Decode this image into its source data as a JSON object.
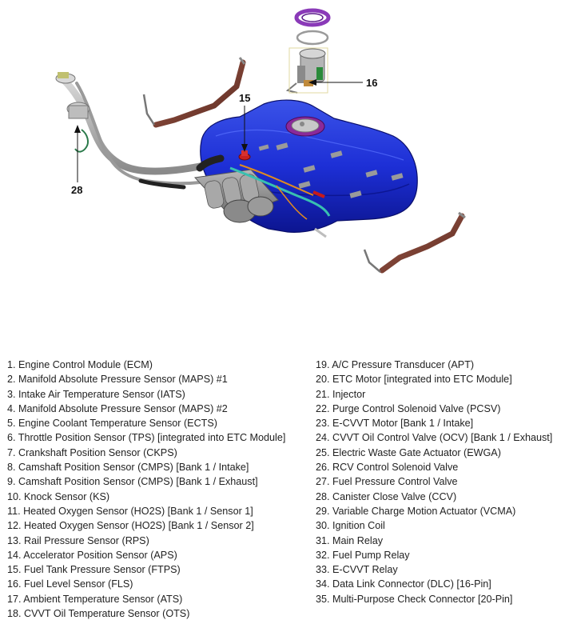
{
  "diagram": {
    "callouts": [
      "15",
      "16",
      "28"
    ]
  },
  "legend": {
    "left": [
      "1. Engine Control Module (ECM)",
      "2. Manifold Absolute Pressure Sensor (MAPS) #1",
      "3. Intake Air Temperature Sensor (IATS)",
      "4. Manifold Absolute Pressure Sensor (MAPS) #2",
      "5. Engine Coolant Temperature Sensor (ECTS)",
      "6. Throttle Position Sensor (TPS) [integrated into ETC Module]",
      "7. Crankshaft Position Sensor (CKPS)",
      "8. Camshaft Position Sensor (CMPS) [Bank 1 / Intake]",
      "9. Camshaft Position Sensor (CMPS) [Bank 1 / Exhaust]",
      "10. Knock Sensor (KS)",
      "11. Heated Oxygen Sensor (HO2S) [Bank 1 / Sensor 1]",
      "12. Heated Oxygen Sensor (HO2S) [Bank 1 / Sensor 2]",
      "13. Rail Pressure Sensor (RPS)",
      "14. Accelerator Position Sensor (APS)",
      "15. Fuel Tank Pressure Sensor (FTPS)",
      "16. Fuel Level Sensor (FLS)",
      "17. Ambient Temperature Sensor (ATS)",
      "18. CVVT Oil Temperature Sensor (OTS)"
    ],
    "right": [
      "19. A/C Pressure Transducer (APT)",
      "20. ETC Motor [integrated into ETC Module]",
      "21. Injector",
      "22. Purge Control Solenoid Valve (PCSV)",
      "23. E-CVVT Motor [Bank 1 / Intake]",
      "24. CVVT Oil Control Valve (OCV) [Bank 1 / Exhaust]",
      "25. Electric Waste Gate Actuator (EWGA)",
      "26. RCV Control Solenoid Valve",
      "27. Fuel Pressure Control Valve",
      "28. Canister Close Valve (CCV)",
      "29. Variable Charge Motion Actuator (VCMA)",
      "30. Ignition Coil",
      "31. Main Relay",
      "32. Fuel Pump Relay",
      "33. E-CVVT Relay",
      "34. Data Link Connector (DLC) [16-Pin]",
      "35. Multi-Purpose Check Connector [20-Pin]"
    ]
  }
}
